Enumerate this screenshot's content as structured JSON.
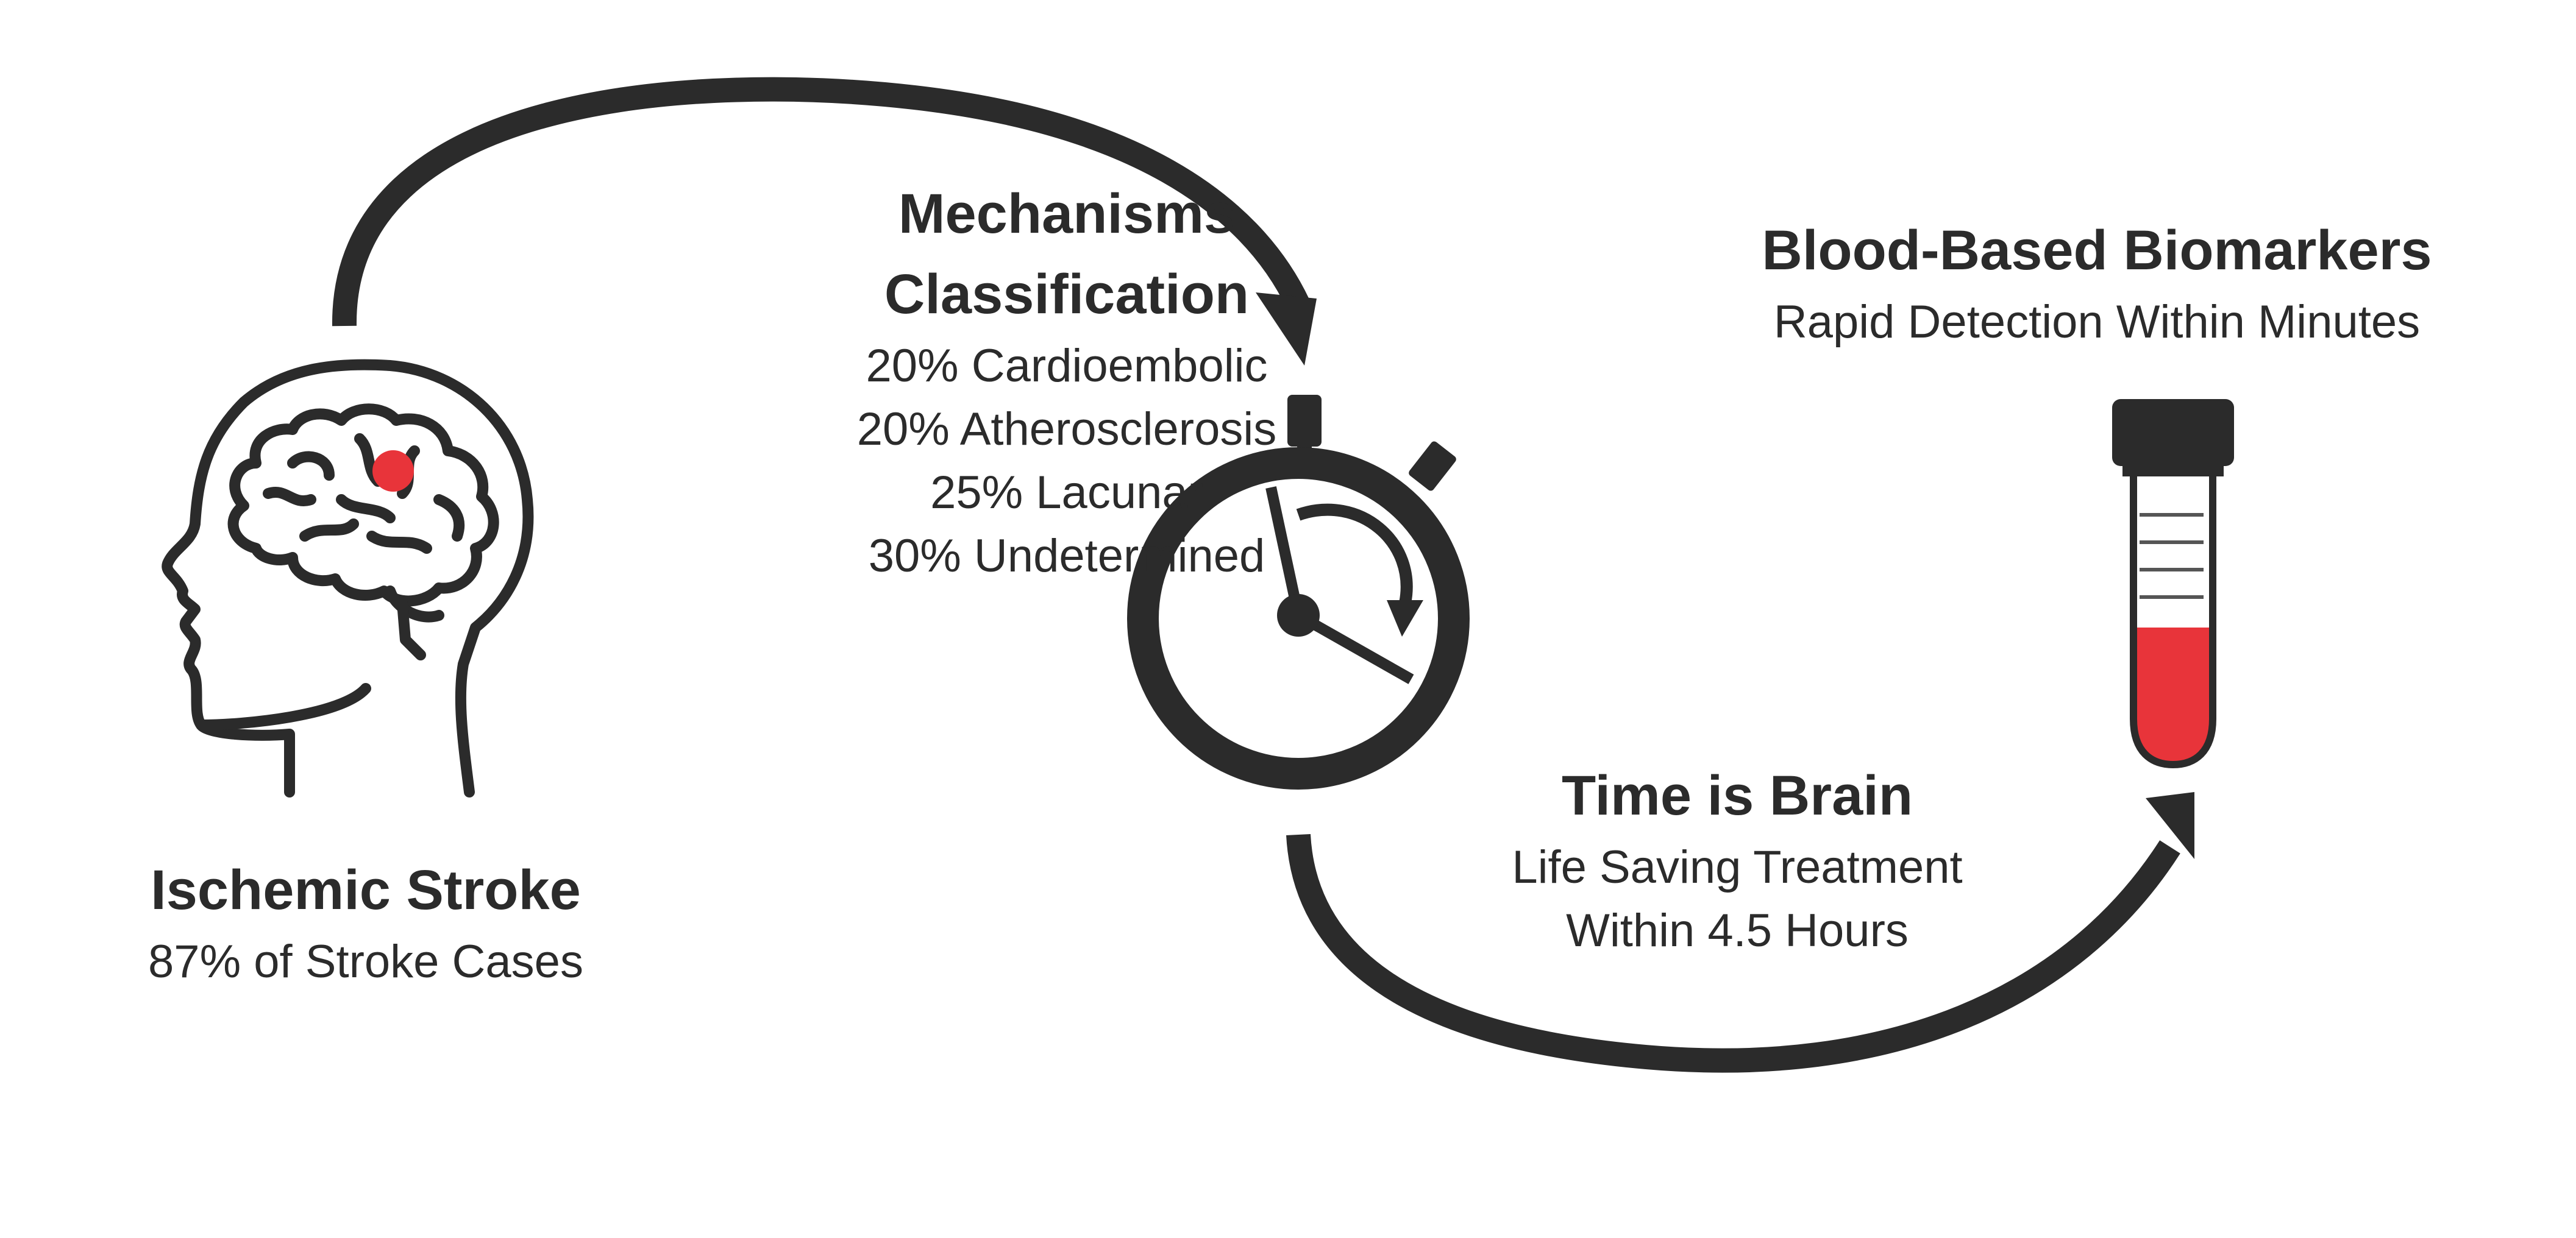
{
  "colors": {
    "ink": "#2b2b2b",
    "accent_red": "#e8343a",
    "background": "#ffffff"
  },
  "icons": [
    "head-brain-icon",
    "stroke-location-dot",
    "stopwatch-icon",
    "blood-tube-icon"
  ],
  "ischemic_stroke": {
    "title": "Ischemic Stroke",
    "subtitle": "87% of Stroke Cases"
  },
  "mechanisms": {
    "title_line1": "Mechanisms",
    "title_line2": "Classification",
    "items": [
      "20% Cardioembolic",
      "20% Atherosclerosis",
      "25% Lacunar",
      "30% Undetermined"
    ]
  },
  "time_is_brain": {
    "title": "Time is Brain",
    "line1": "Life Saving Treatment",
    "line2": "Within 4.5 Hours"
  },
  "biomarkers": {
    "title": "Blood-Based Biomarkers",
    "subtitle": "Rapid Detection Within Minutes"
  }
}
